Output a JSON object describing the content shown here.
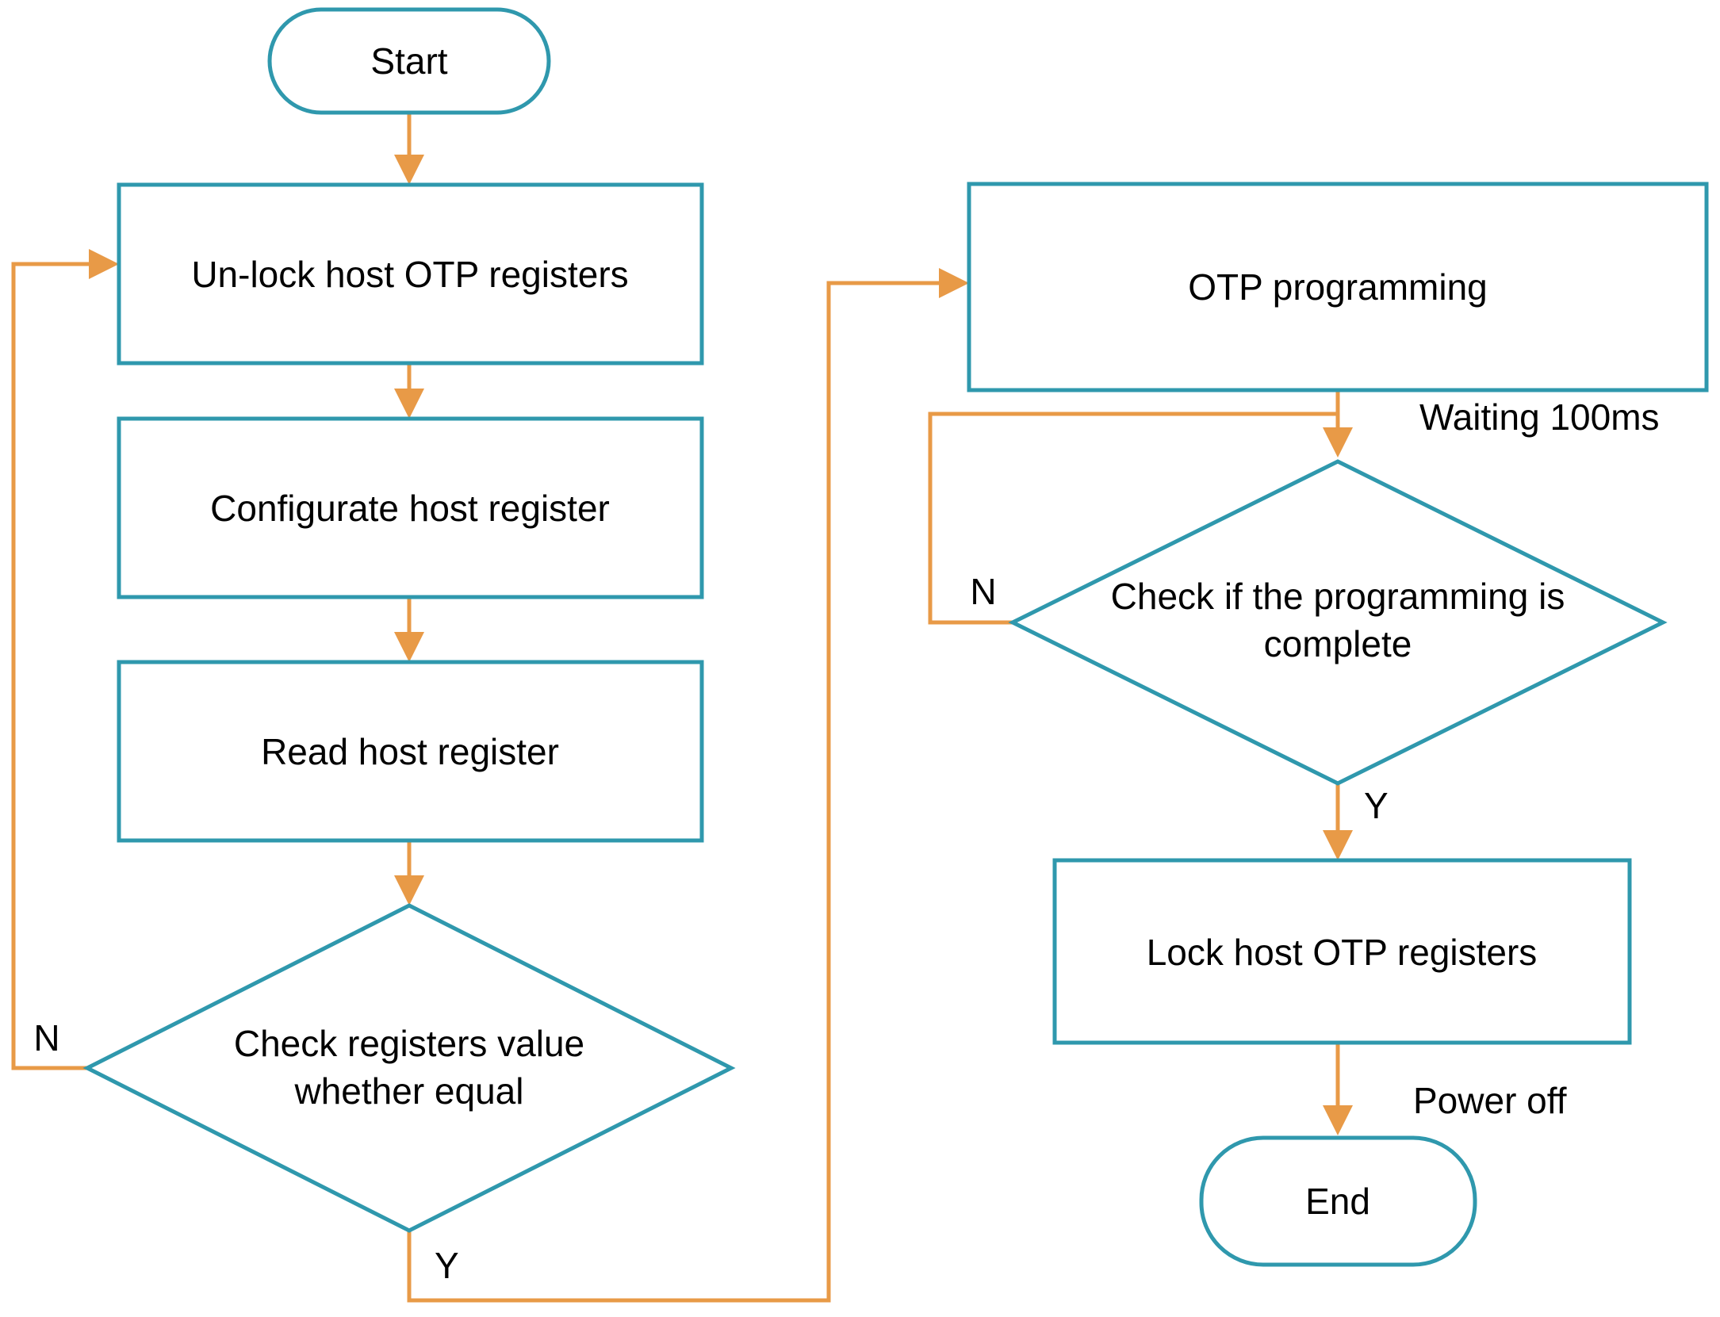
{
  "colors": {
    "node_border": "#2f98ad",
    "connector": "#e89a47",
    "text": "#000000",
    "background": "#ffffff"
  },
  "nodes": {
    "start": {
      "label": "Start"
    },
    "unlock": {
      "label": "Un-lock host OTP registers"
    },
    "configurate": {
      "label": "Configurate host register"
    },
    "read": {
      "label": "Read host register"
    },
    "check_equal": {
      "lines": [
        "Check registers value",
        "whether equal"
      ]
    },
    "otp_programming": {
      "label": "OTP programming"
    },
    "check_complete": {
      "lines": [
        "Check if the programming is",
        "complete"
      ]
    },
    "lock": {
      "label": "Lock host OTP registers"
    },
    "end": {
      "label": "End"
    }
  },
  "edge_labels": {
    "check_equal_no": "N",
    "check_equal_yes": "Y",
    "check_complete_no": "N",
    "check_complete_yes": "Y",
    "waiting": "Waiting 100ms",
    "power_off": "Power off"
  }
}
